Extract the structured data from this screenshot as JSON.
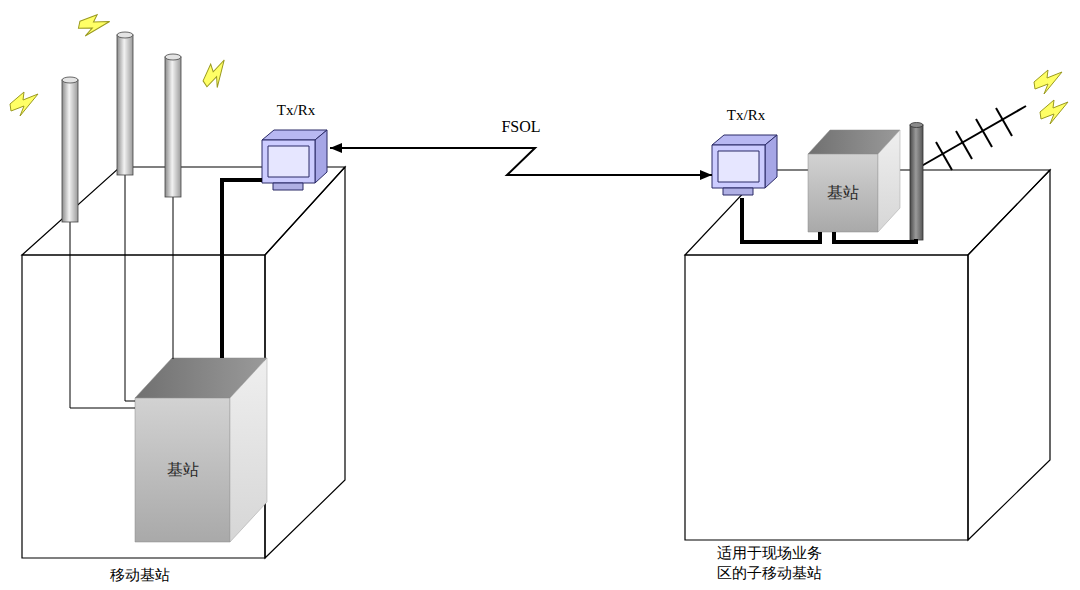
{
  "diagram": {
    "nodes": [
      {
        "text": [
          "移动基站"
        ]
      },
      {
        "text": [
          "Tx/Rx"
        ],
        "in": 0
      },
      {
        "text": [
          "基站"
        ],
        "in": 0
      },
      {
        "text": [
          "适用于现场业务区的子移动基站"
        ]
      },
      {
        "text": [
          "Tx/Rx"
        ],
        "in": 3
      },
      {
        "text": [
          "基站"
        ],
        "in": 3
      }
    ],
    "edges": [
      {
        "from": 1,
        "to": 4,
        "arrow": "both",
        "label": "FSOL"
      },
      {
        "from": 2,
        "to": 1,
        "arrow": "none"
      },
      {
        "from": 4,
        "to": 5,
        "arrow": "none"
      }
    ]
  }
}
